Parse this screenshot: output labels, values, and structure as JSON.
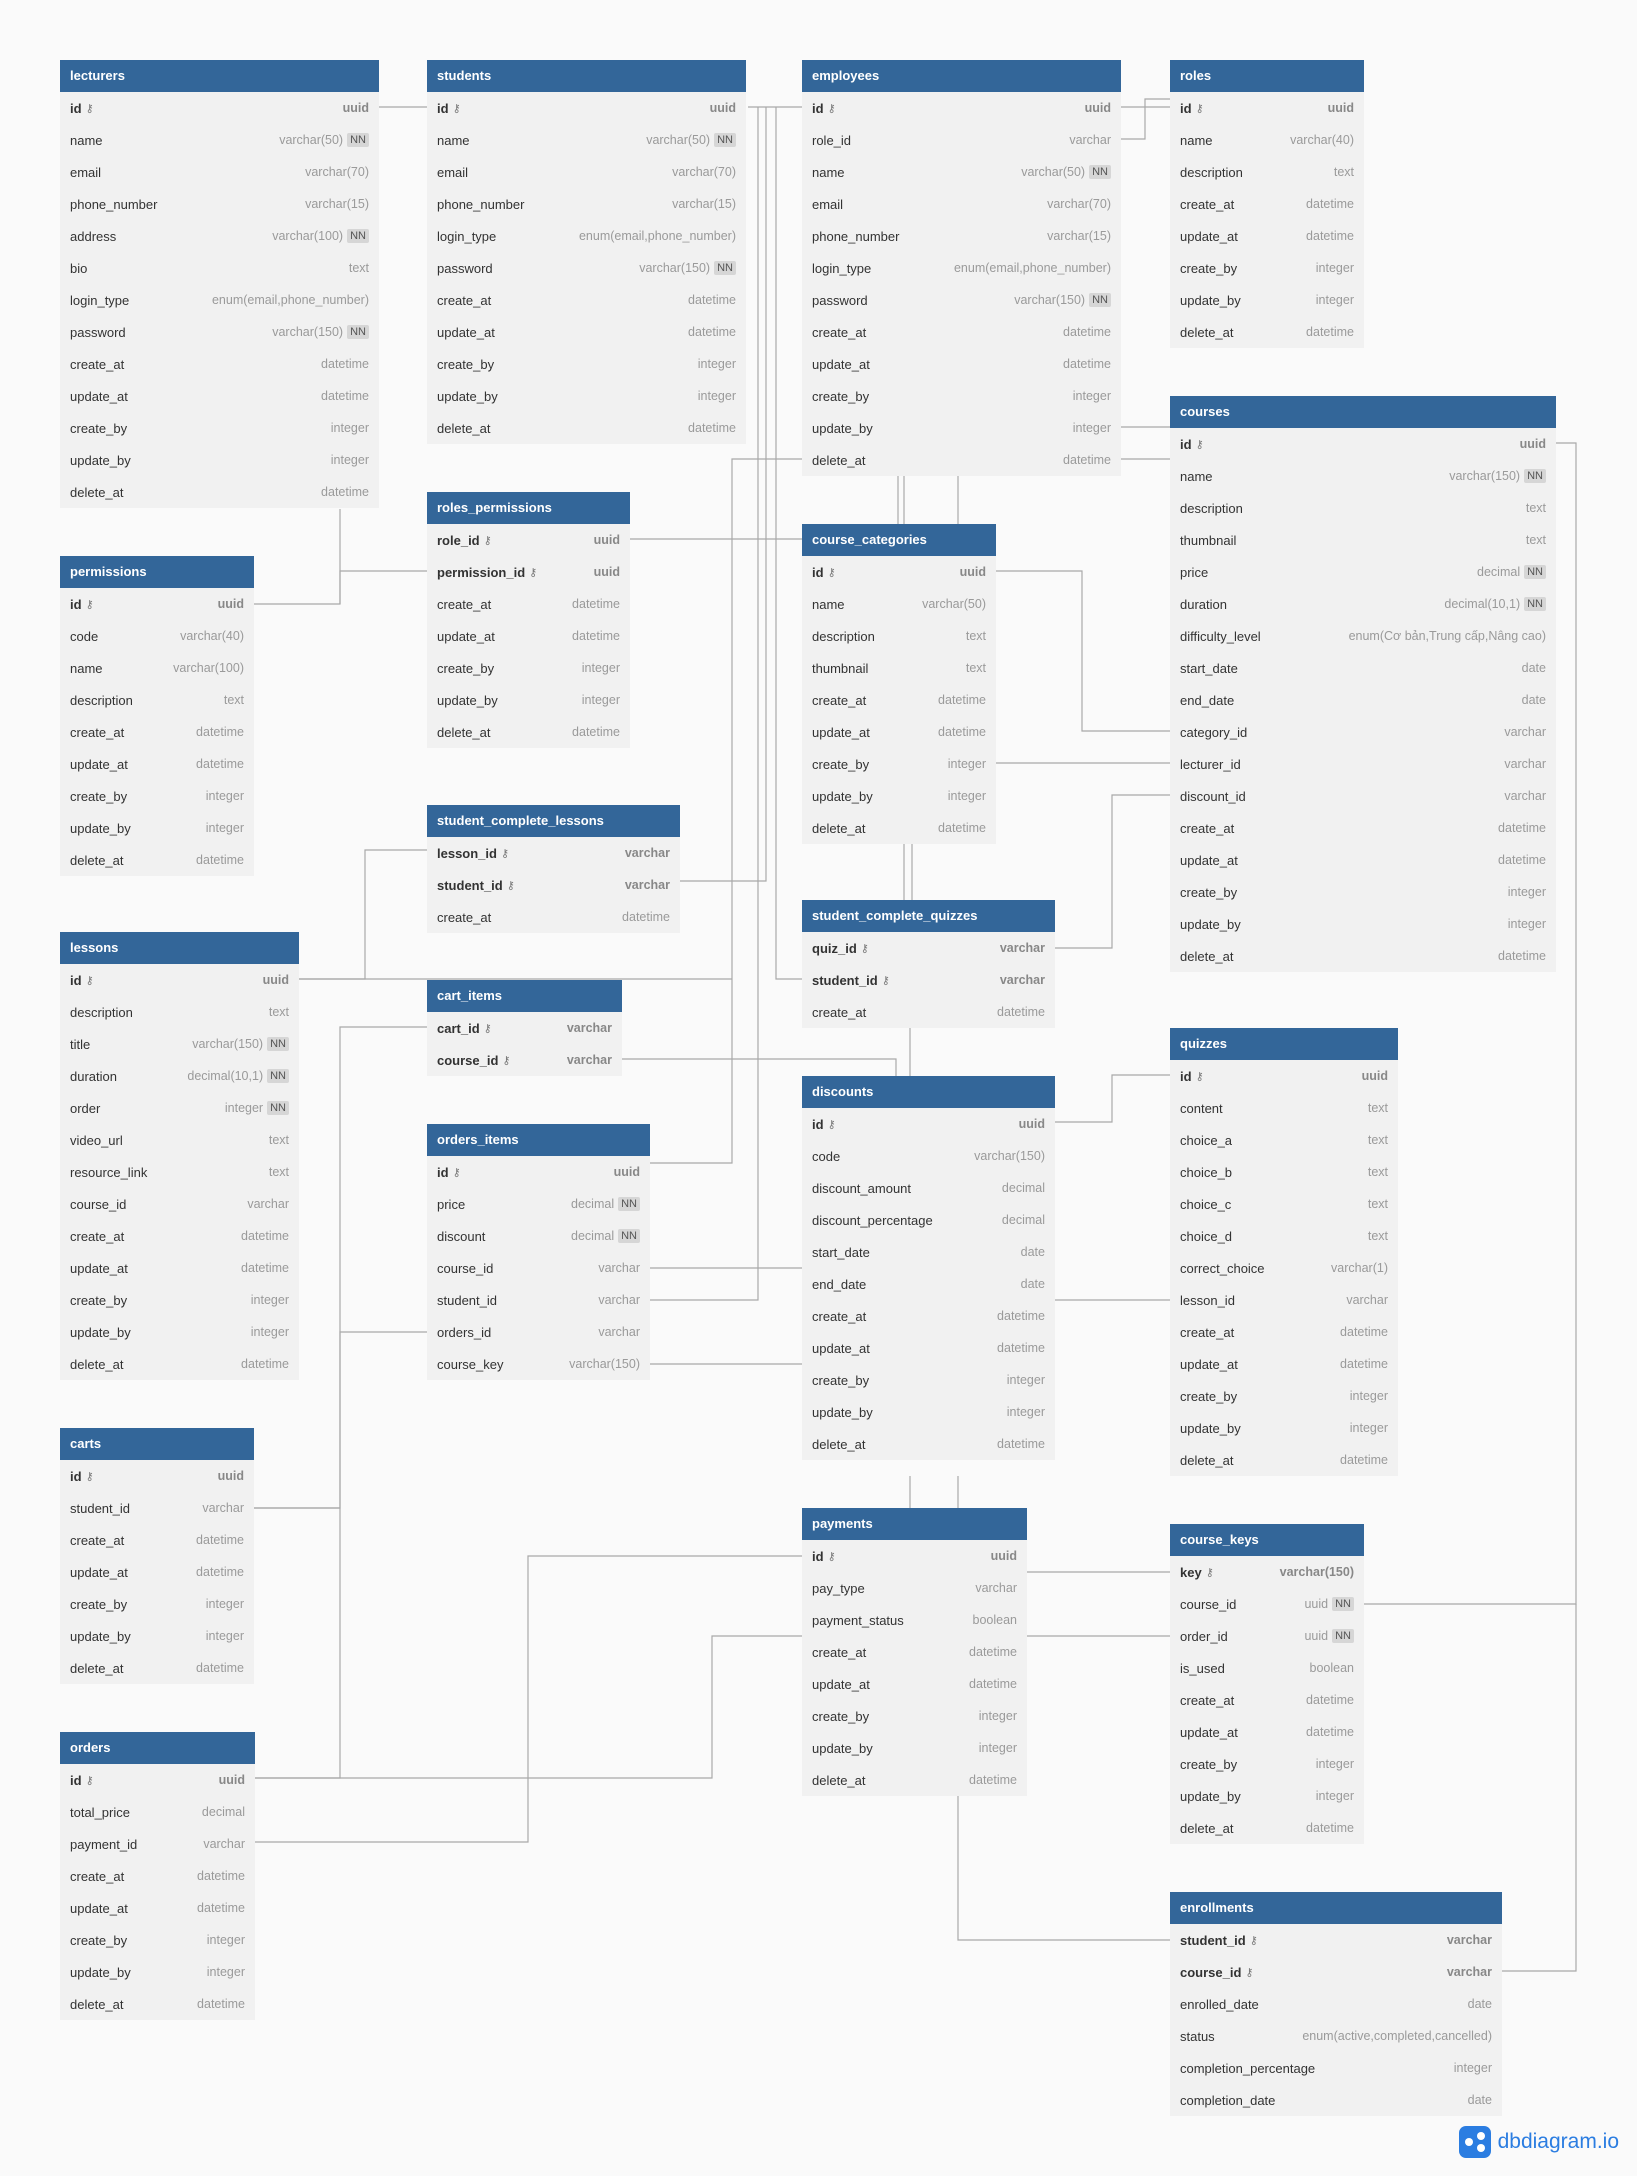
{
  "tables": [
    {
      "id": "lecturers",
      "name": "lecturers",
      "fields": [
        {
          "name": "id",
          "type": "uuid",
          "pk": true
        },
        {
          "name": "name",
          "type": "varchar(50)",
          "nn": true
        },
        {
          "name": "email",
          "type": "varchar(70)"
        },
        {
          "name": "phone_number",
          "type": "varchar(15)"
        },
        {
          "name": "address",
          "type": "varchar(100)",
          "nn": true
        },
        {
          "name": "bio",
          "type": "text"
        },
        {
          "name": "login_type",
          "type": "enum(email,phone_number)"
        },
        {
          "name": "password",
          "type": "varchar(150)",
          "nn": true
        },
        {
          "name": "create_at",
          "type": "datetime"
        },
        {
          "name": "update_at",
          "type": "datetime"
        },
        {
          "name": "create_by",
          "type": "integer"
        },
        {
          "name": "update_by",
          "type": "integer"
        },
        {
          "name": "delete_at",
          "type": "datetime"
        }
      ]
    },
    {
      "id": "students",
      "name": "students",
      "fields": [
        {
          "name": "id",
          "type": "uuid",
          "pk": true
        },
        {
          "name": "name",
          "type": "varchar(50)",
          "nn": true
        },
        {
          "name": "email",
          "type": "varchar(70)"
        },
        {
          "name": "phone_number",
          "type": "varchar(15)"
        },
        {
          "name": "login_type",
          "type": "enum(email,phone_number)"
        },
        {
          "name": "password",
          "type": "varchar(150)",
          "nn": true
        },
        {
          "name": "create_at",
          "type": "datetime"
        },
        {
          "name": "update_at",
          "type": "datetime"
        },
        {
          "name": "create_by",
          "type": "integer"
        },
        {
          "name": "update_by",
          "type": "integer"
        },
        {
          "name": "delete_at",
          "type": "datetime"
        }
      ]
    },
    {
      "id": "employees",
      "name": "employees",
      "fields": [
        {
          "name": "id",
          "type": "uuid",
          "pk": true
        },
        {
          "name": "role_id",
          "type": "varchar"
        },
        {
          "name": "name",
          "type": "varchar(50)",
          "nn": true
        },
        {
          "name": "email",
          "type": "varchar(70)"
        },
        {
          "name": "phone_number",
          "type": "varchar(15)"
        },
        {
          "name": "login_type",
          "type": "enum(email,phone_number)"
        },
        {
          "name": "password",
          "type": "varchar(150)",
          "nn": true
        },
        {
          "name": "create_at",
          "type": "datetime"
        },
        {
          "name": "update_at",
          "type": "datetime"
        },
        {
          "name": "create_by",
          "type": "integer"
        },
        {
          "name": "update_by",
          "type": "integer"
        },
        {
          "name": "delete_at",
          "type": "datetime"
        }
      ]
    },
    {
      "id": "roles",
      "name": "roles",
      "fields": [
        {
          "name": "id",
          "type": "uuid",
          "pk": true
        },
        {
          "name": "name",
          "type": "varchar(40)"
        },
        {
          "name": "description",
          "type": "text"
        },
        {
          "name": "create_at",
          "type": "datetime"
        },
        {
          "name": "update_at",
          "type": "datetime"
        },
        {
          "name": "create_by",
          "type": "integer"
        },
        {
          "name": "update_by",
          "type": "integer"
        },
        {
          "name": "delete_at",
          "type": "datetime"
        }
      ]
    },
    {
      "id": "permissions",
      "name": "permissions",
      "fields": [
        {
          "name": "id",
          "type": "uuid",
          "pk": true
        },
        {
          "name": "code",
          "type": "varchar(40)"
        },
        {
          "name": "name",
          "type": "varchar(100)"
        },
        {
          "name": "description",
          "type": "text"
        },
        {
          "name": "create_at",
          "type": "datetime"
        },
        {
          "name": "update_at",
          "type": "datetime"
        },
        {
          "name": "create_by",
          "type": "integer"
        },
        {
          "name": "update_by",
          "type": "integer"
        },
        {
          "name": "delete_at",
          "type": "datetime"
        }
      ]
    },
    {
      "id": "roles_permissions",
      "name": "roles_permissions",
      "fields": [
        {
          "name": "role_id",
          "type": "uuid",
          "pk": true
        },
        {
          "name": "permission_id",
          "type": "uuid",
          "pk": true
        },
        {
          "name": "create_at",
          "type": "datetime"
        },
        {
          "name": "update_at",
          "type": "datetime"
        },
        {
          "name": "create_by",
          "type": "integer"
        },
        {
          "name": "update_by",
          "type": "integer"
        },
        {
          "name": "delete_at",
          "type": "datetime"
        }
      ]
    },
    {
      "id": "course_categories",
      "name": "course_categories",
      "fields": [
        {
          "name": "id",
          "type": "uuid",
          "pk": true
        },
        {
          "name": "name",
          "type": "varchar(50)"
        },
        {
          "name": "description",
          "type": "text"
        },
        {
          "name": "thumbnail",
          "type": "text"
        },
        {
          "name": "create_at",
          "type": "datetime"
        },
        {
          "name": "update_at",
          "type": "datetime"
        },
        {
          "name": "create_by",
          "type": "integer"
        },
        {
          "name": "update_by",
          "type": "integer"
        },
        {
          "name": "delete_at",
          "type": "datetime"
        }
      ]
    },
    {
      "id": "courses",
      "name": "courses",
      "fields": [
        {
          "name": "id",
          "type": "uuid",
          "pk": true
        },
        {
          "name": "name",
          "type": "varchar(150)",
          "nn": true
        },
        {
          "name": "description",
          "type": "text"
        },
        {
          "name": "thumbnail",
          "type": "text"
        },
        {
          "name": "price",
          "type": "decimal",
          "nn": true
        },
        {
          "name": "duration",
          "type": "decimal(10,1)",
          "nn": true
        },
        {
          "name": "difficulty_level",
          "type": "enum(Cơ bản,Trung cấp,Nâng cao)"
        },
        {
          "name": "start_date",
          "type": "date"
        },
        {
          "name": "end_date",
          "type": "date"
        },
        {
          "name": "category_id",
          "type": "varchar"
        },
        {
          "name": "lecturer_id",
          "type": "varchar"
        },
        {
          "name": "discount_id",
          "type": "varchar"
        },
        {
          "name": "create_at",
          "type": "datetime"
        },
        {
          "name": "update_at",
          "type": "datetime"
        },
        {
          "name": "create_by",
          "type": "integer"
        },
        {
          "name": "update_by",
          "type": "integer"
        },
        {
          "name": "delete_at",
          "type": "datetime"
        }
      ]
    },
    {
      "id": "student_complete_lessons",
      "name": "student_complete_lessons",
      "fields": [
        {
          "name": "lesson_id",
          "type": "varchar",
          "pk": true
        },
        {
          "name": "student_id",
          "type": "varchar",
          "pk": true
        },
        {
          "name": "create_at",
          "type": "datetime"
        }
      ]
    },
    {
      "id": "student_complete_quizzes",
      "name": "student_complete_quizzes",
      "fields": [
        {
          "name": "quiz_id",
          "type": "varchar",
          "pk": true
        },
        {
          "name": "student_id",
          "type": "varchar",
          "pk": true
        },
        {
          "name": "create_at",
          "type": "datetime"
        }
      ]
    },
    {
      "id": "lessons",
      "name": "lessons",
      "fields": [
        {
          "name": "id",
          "type": "uuid",
          "pk": true
        },
        {
          "name": "description",
          "type": "text"
        },
        {
          "name": "title",
          "type": "varchar(150)",
          "nn": true
        },
        {
          "name": "duration",
          "type": "decimal(10,1)",
          "nn": true
        },
        {
          "name": "order",
          "type": "integer",
          "nn": true
        },
        {
          "name": "video_url",
          "type": "text"
        },
        {
          "name": "resource_link",
          "type": "text"
        },
        {
          "name": "course_id",
          "type": "varchar"
        },
        {
          "name": "create_at",
          "type": "datetime"
        },
        {
          "name": "update_at",
          "type": "datetime"
        },
        {
          "name": "create_by",
          "type": "integer"
        },
        {
          "name": "update_by",
          "type": "integer"
        },
        {
          "name": "delete_at",
          "type": "datetime"
        }
      ]
    },
    {
      "id": "cart_items",
      "name": "cart_items",
      "fields": [
        {
          "name": "cart_id",
          "type": "varchar",
          "pk": true
        },
        {
          "name": "course_id",
          "type": "varchar",
          "pk": true
        }
      ]
    },
    {
      "id": "quizzes",
      "name": "quizzes",
      "fields": [
        {
          "name": "id",
          "type": "uuid",
          "pk": true
        },
        {
          "name": "content",
          "type": "text"
        },
        {
          "name": "choice_a",
          "type": "text"
        },
        {
          "name": "choice_b",
          "type": "text"
        },
        {
          "name": "choice_c",
          "type": "text"
        },
        {
          "name": "choice_d",
          "type": "text"
        },
        {
          "name": "correct_choice",
          "type": "varchar(1)"
        },
        {
          "name": "lesson_id",
          "type": "varchar"
        },
        {
          "name": "create_at",
          "type": "datetime"
        },
        {
          "name": "update_at",
          "type": "datetime"
        },
        {
          "name": "create_by",
          "type": "integer"
        },
        {
          "name": "update_by",
          "type": "integer"
        },
        {
          "name": "delete_at",
          "type": "datetime"
        }
      ]
    },
    {
      "id": "orders_items",
      "name": "orders_items",
      "fields": [
        {
          "name": "id",
          "type": "uuid",
          "pk": true
        },
        {
          "name": "price",
          "type": "decimal",
          "nn": true
        },
        {
          "name": "discount",
          "type": "decimal",
          "nn": true
        },
        {
          "name": "course_id",
          "type": "varchar"
        },
        {
          "name": "student_id",
          "type": "varchar"
        },
        {
          "name": "orders_id",
          "type": "varchar"
        },
        {
          "name": "course_key",
          "type": "varchar(150)"
        }
      ]
    },
    {
      "id": "discounts",
      "name": "discounts",
      "fields": [
        {
          "name": "id",
          "type": "uuid",
          "pk": true
        },
        {
          "name": "code",
          "type": "varchar(150)"
        },
        {
          "name": "discount_amount",
          "type": "decimal"
        },
        {
          "name": "discount_percentage",
          "type": "decimal"
        },
        {
          "name": "start_date",
          "type": "date"
        },
        {
          "name": "end_date",
          "type": "date"
        },
        {
          "name": "create_at",
          "type": "datetime"
        },
        {
          "name": "update_at",
          "type": "datetime"
        },
        {
          "name": "create_by",
          "type": "integer"
        },
        {
          "name": "update_by",
          "type": "integer"
        },
        {
          "name": "delete_at",
          "type": "datetime"
        }
      ]
    },
    {
      "id": "carts",
      "name": "carts",
      "fields": [
        {
          "name": "id",
          "type": "uuid",
          "pk": true
        },
        {
          "name": "student_id",
          "type": "varchar"
        },
        {
          "name": "create_at",
          "type": "datetime"
        },
        {
          "name": "update_at",
          "type": "datetime"
        },
        {
          "name": "create_by",
          "type": "integer"
        },
        {
          "name": "update_by",
          "type": "integer"
        },
        {
          "name": "delete_at",
          "type": "datetime"
        }
      ]
    },
    {
      "id": "payments",
      "name": "payments",
      "fields": [
        {
          "name": "id",
          "type": "uuid",
          "pk": true
        },
        {
          "name": "pay_type",
          "type": "varchar"
        },
        {
          "name": "payment_status",
          "type": "boolean"
        },
        {
          "name": "create_at",
          "type": "datetime"
        },
        {
          "name": "update_at",
          "type": "datetime"
        },
        {
          "name": "create_by",
          "type": "integer"
        },
        {
          "name": "update_by",
          "type": "integer"
        },
        {
          "name": "delete_at",
          "type": "datetime"
        }
      ]
    },
    {
      "id": "course_keys",
      "name": "course_keys",
      "fields": [
        {
          "name": "key",
          "type": "varchar(150)",
          "pk": true
        },
        {
          "name": "course_id",
          "type": "uuid",
          "nn": true
        },
        {
          "name": "order_id",
          "type": "uuid",
          "nn": true
        },
        {
          "name": "is_used",
          "type": "boolean"
        },
        {
          "name": "create_at",
          "type": "datetime"
        },
        {
          "name": "update_at",
          "type": "datetime"
        },
        {
          "name": "create_by",
          "type": "integer"
        },
        {
          "name": "update_by",
          "type": "integer"
        },
        {
          "name": "delete_at",
          "type": "datetime"
        }
      ]
    },
    {
      "id": "orders",
      "name": "orders",
      "fields": [
        {
          "name": "id",
          "type": "uuid",
          "pk": true
        },
        {
          "name": "total_price",
          "type": "decimal"
        },
        {
          "name": "payment_id",
          "type": "varchar"
        },
        {
          "name": "create_at",
          "type": "datetime"
        },
        {
          "name": "update_at",
          "type": "datetime"
        },
        {
          "name": "create_by",
          "type": "integer"
        },
        {
          "name": "update_by",
          "type": "integer"
        },
        {
          "name": "delete_at",
          "type": "datetime"
        }
      ]
    },
    {
      "id": "enrollments",
      "name": "enrollments",
      "fields": [
        {
          "name": "student_id",
          "type": "varchar",
          "pk": true
        },
        {
          "name": "course_id",
          "type": "varchar",
          "pk": true
        },
        {
          "name": "enrolled_date",
          "type": "date"
        },
        {
          "name": "status",
          "type": "enum(active,completed,cancelled)"
        },
        {
          "name": "completion_percentage",
          "type": "integer"
        },
        {
          "name": "completion_date",
          "type": "date"
        }
      ]
    }
  ],
  "nn_label": "NN",
  "key_icon": "key-icon",
  "brand": {
    "text": "dbdiagram.io",
    "icon": "dbdiagram-logo"
  },
  "colors": {
    "header": "#336699",
    "body": "#f1f1f1",
    "brand": "#2b7de1",
    "line": "#a9a9a9"
  }
}
